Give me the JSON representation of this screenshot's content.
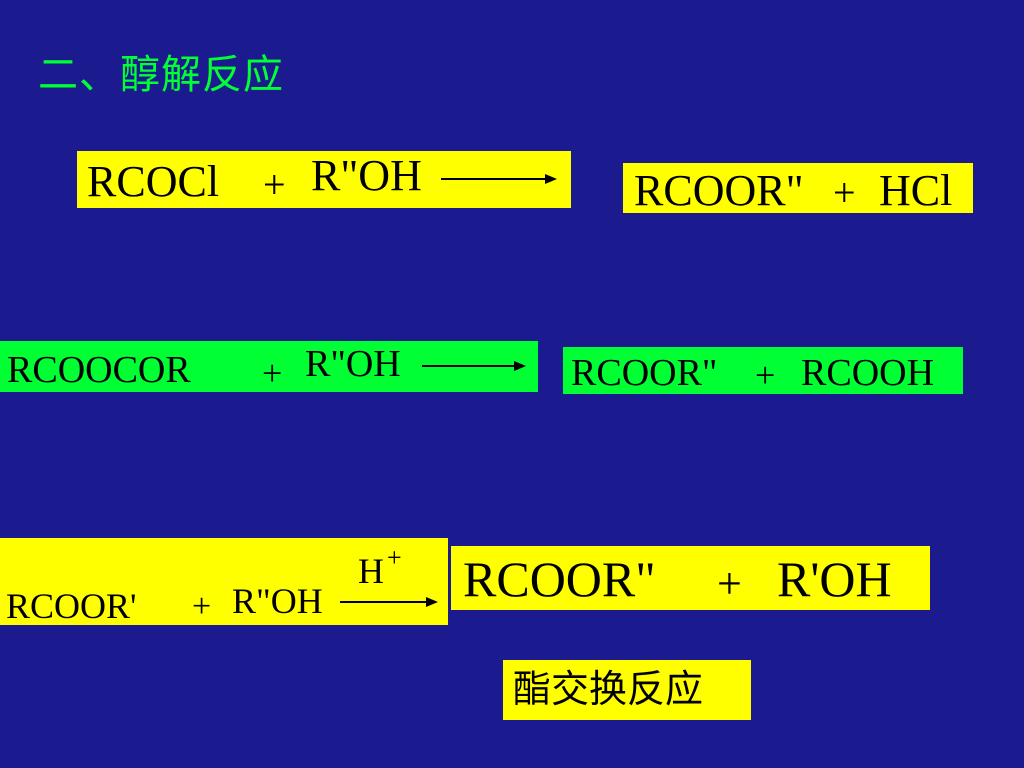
{
  "title": "二、醇解反应",
  "reaction1": {
    "reactant": "RCOCl",
    "plus": "+",
    "reagent": "R\"OH",
    "product": "RCOOR\"",
    "product_plus": "+",
    "byproduct": "HCl"
  },
  "reaction2": {
    "reactant": "RCOOCOR",
    "plus": "+",
    "reagent": "R\"OH",
    "product": "RCOOR\"",
    "product_plus": "+",
    "byproduct": "RCOOH"
  },
  "reaction3": {
    "reactant": "RCOOR'",
    "plus": "+",
    "reagent": "R\"OH",
    "catalyst": "H",
    "catalyst_charge": "+",
    "product": "RCOOR\"",
    "product_plus": "+",
    "byproduct": "R'OH"
  },
  "note": "酯交换反应",
  "colors": {
    "background": "#1b1b8f",
    "yellow_box": "#ffff00",
    "green_box": "#00ff33",
    "title": "#00ff33"
  }
}
